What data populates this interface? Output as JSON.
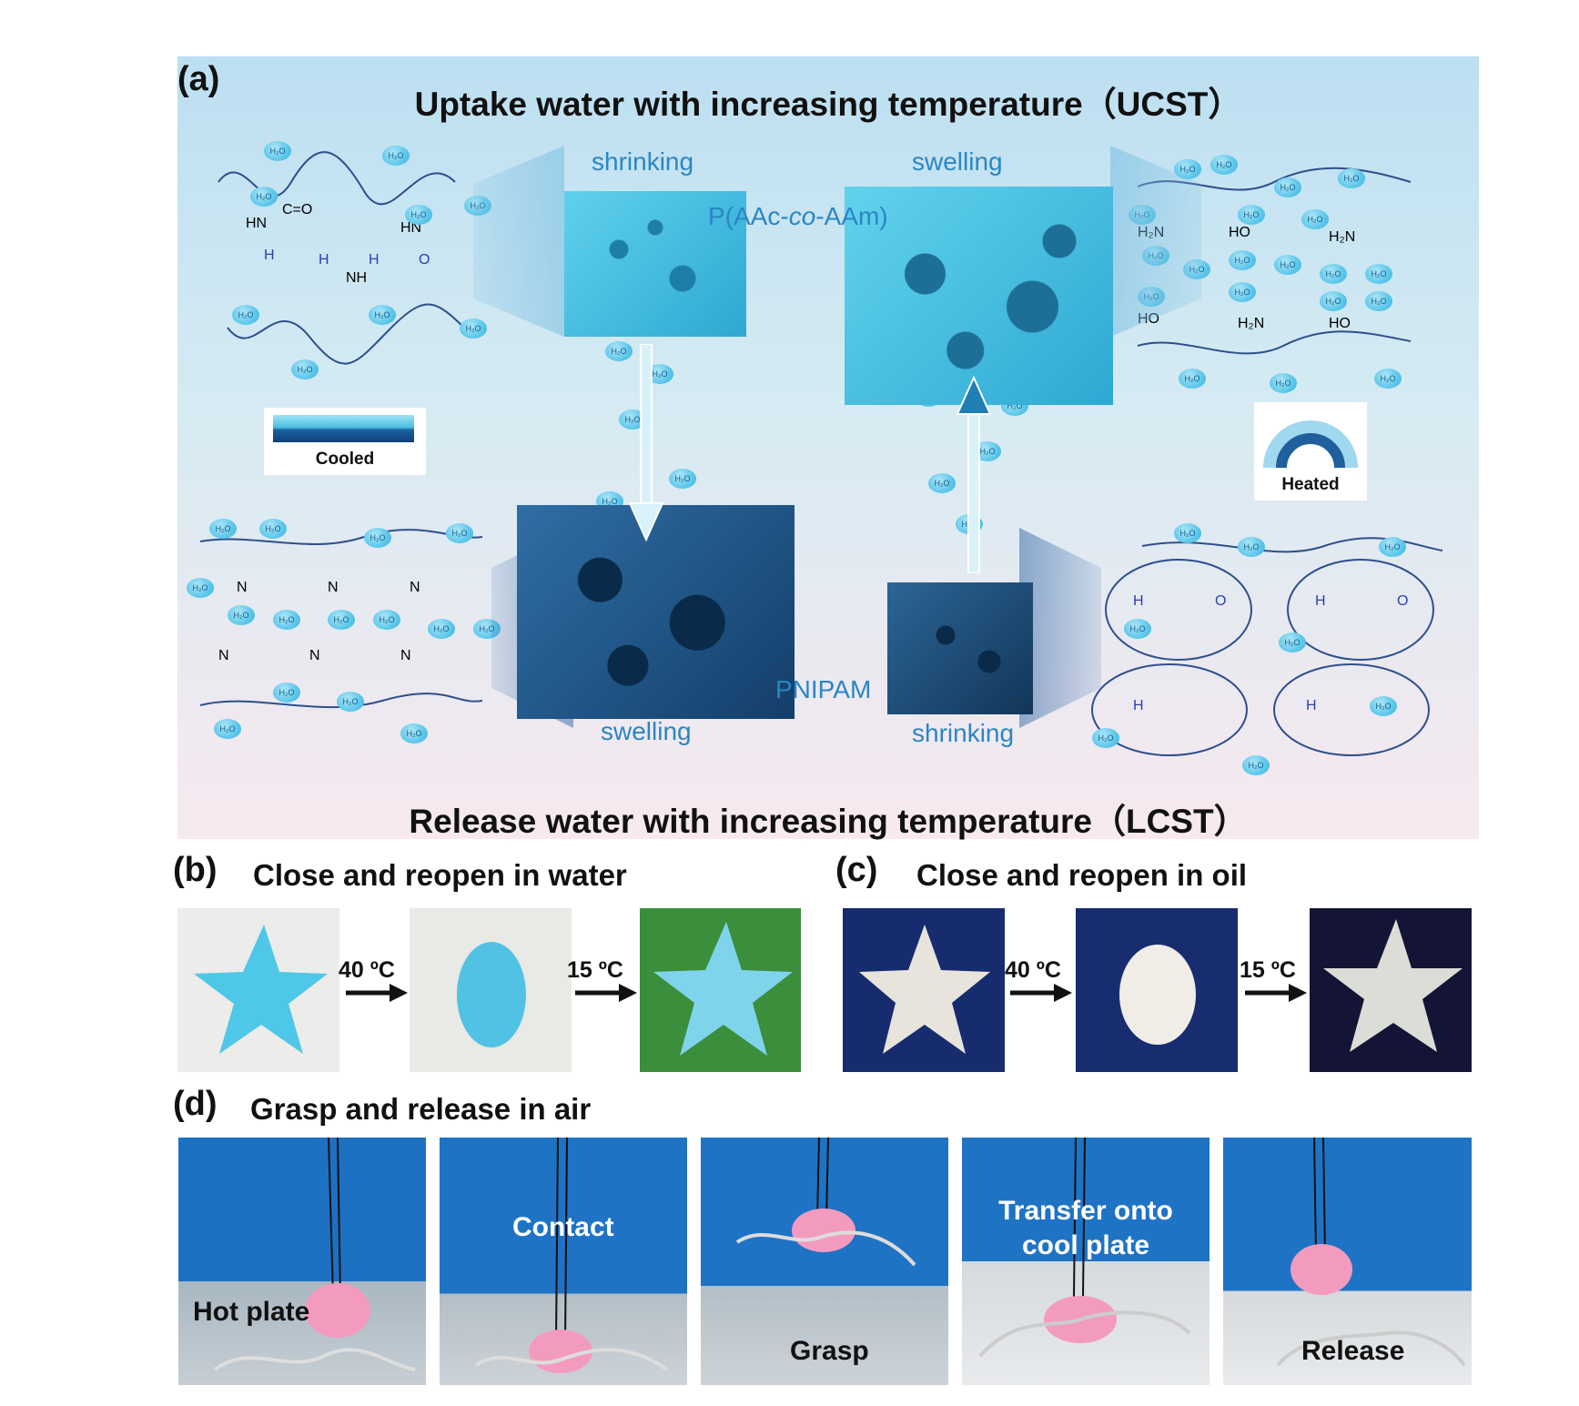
{
  "panel_a": {
    "letter": "(a)",
    "title_top": "Uptake water with increasing temperature（UCST）",
    "title_bottom": "Release water with increasing temperature（LCST）",
    "label_shrinking_top": "shrinking",
    "label_swelling_top": "swelling",
    "label_polymer_top": "P(AAc-co-AAm)",
    "label_polymer_bottom": "PNIPAM",
    "label_swelling_bottom": "swelling",
    "label_shrinking_bottom": "shrinking",
    "cooled_label": "Cooled",
    "heated_label": "Heated",
    "water_label": "H₂O"
  },
  "panel_b": {
    "letter": "(b)",
    "title": "Close and reopen in water",
    "step1": "40 ºC",
    "step2": "15 ºC"
  },
  "panel_c": {
    "letter": "(c)",
    "title": "Close and reopen in oil",
    "step1": "40 ºC",
    "step2": "15 ºC"
  },
  "panel_d": {
    "letter": "(d)",
    "title": "Grasp and release in air",
    "frames": [
      "Hot plate",
      "Contact",
      "Grasp",
      "Transfer onto cool plate",
      "Release"
    ],
    "frame4_line1": "Transfer onto",
    "frame4_line2": "cool plate"
  },
  "colors": {
    "gel_blue": "#4ec7e8",
    "gel_white": "#e8e4dc",
    "gel_pink": "#f39bbf",
    "accent_blue": "#2a86c4"
  }
}
